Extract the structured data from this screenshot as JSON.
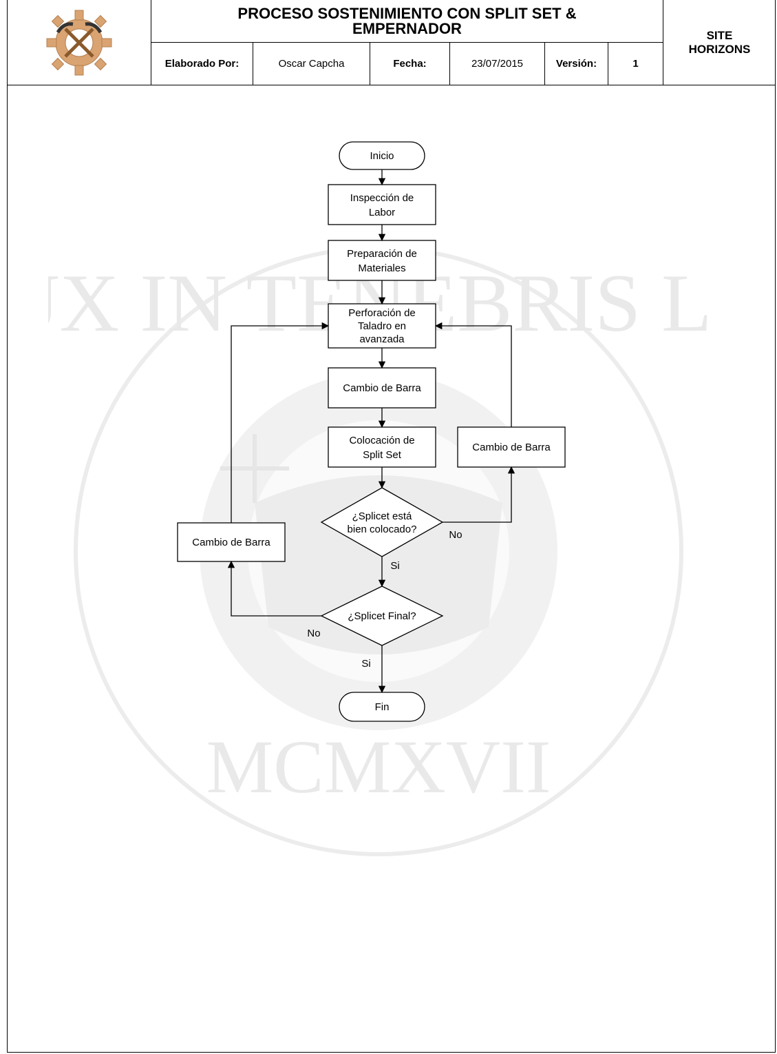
{
  "header": {
    "title_line1": "PROCESO SOSTENIMIENTO CON SPLIT SET &",
    "title_line2": "EMPERNADOR",
    "elaborado_label": "Elaborado Por:",
    "elaborado_value": "Oscar Capcha",
    "fecha_label": "Fecha:",
    "fecha_value": "23/07/2015",
    "version_label": "Versión:",
    "version_value": "1",
    "site_line1": "SITE",
    "site_line2": "HORIZONS",
    "logo_icon": "crossed-pickaxes-gear-icon"
  },
  "watermark": {
    "text": "ET LUX IN TENEBRIS LUCET",
    "year": "MCMXVII"
  },
  "flow": {
    "start": "Inicio",
    "inspeccion": [
      "Inspección de",
      "Labor"
    ],
    "preparacion": [
      "Preparación de",
      "Materiales"
    ],
    "perforacion": [
      "Perforación de",
      "Taladro en",
      "avanzada"
    ],
    "cambio_center": "Cambio de Barra",
    "colocacion": [
      "Colocación de",
      "Split Set"
    ],
    "cambio_right": "Cambio de Barra",
    "decision1": [
      "¿Splicet está",
      "bien colocado?"
    ],
    "cambio_left": "Cambio de Barra",
    "decision2": "¿Splicet Final?",
    "end": "Fin",
    "label_no_1": "No",
    "label_si_1": "Si",
    "label_no_2": "No",
    "label_si_2": "Si"
  }
}
